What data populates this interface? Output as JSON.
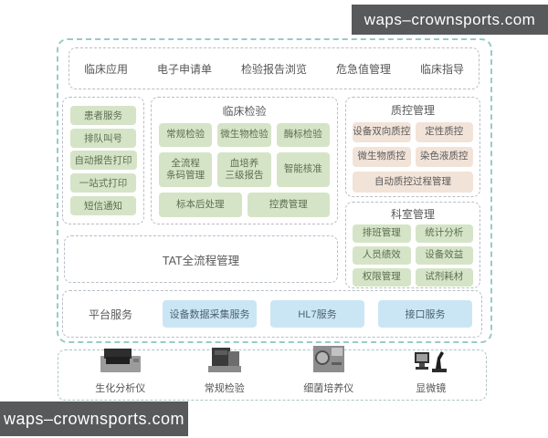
{
  "colors": {
    "green": "#d5e4c6",
    "pink": "#f2e3d8",
    "blue": "#cae6f5",
    "outer_border": "#97cbc7",
    "inner_border": "#b6bec6"
  },
  "watermarks": {
    "top": "waps–crownsports.com",
    "bottom": "waps–crownsports.com"
  },
  "clinical_apps": {
    "items": [
      "临床应用",
      "电子申请单",
      "检验报告浏览",
      "危急值管理",
      "临床指导"
    ]
  },
  "patient_services": {
    "pills": [
      "患者服务",
      "排队叫号",
      "自动报告打印",
      "一站式打印",
      "短信通知"
    ]
  },
  "clinical_lab": {
    "title": "临床检验",
    "row1": [
      "常规检验",
      "微生物检验",
      "酶标检验"
    ],
    "row2": [
      "全流程\n条码管理",
      "血培养\n三级报告",
      "智能核准"
    ],
    "row3": [
      "标本后处理",
      "控费管理"
    ]
  },
  "quality_control": {
    "title": "质控管理",
    "row1": [
      "设备双向质控",
      "定性质控"
    ],
    "row2": [
      "微生物质控",
      "染色液质控"
    ],
    "row3": "自动质控过程管理"
  },
  "department": {
    "title": "科室管理",
    "cells": [
      "排班管理",
      "统计分析",
      "人员绩效",
      "设备效益",
      "权限管理",
      "试剂耗材"
    ]
  },
  "tat": {
    "title": "TAT全流程管理"
  },
  "platform": {
    "label": "平台服务",
    "services": [
      "设备数据采集服务",
      "HL7服务",
      "接口服务"
    ]
  },
  "devices": {
    "labels": [
      "生化分析仪",
      "常规检验",
      "细菌培养仪",
      "显微镜"
    ]
  }
}
